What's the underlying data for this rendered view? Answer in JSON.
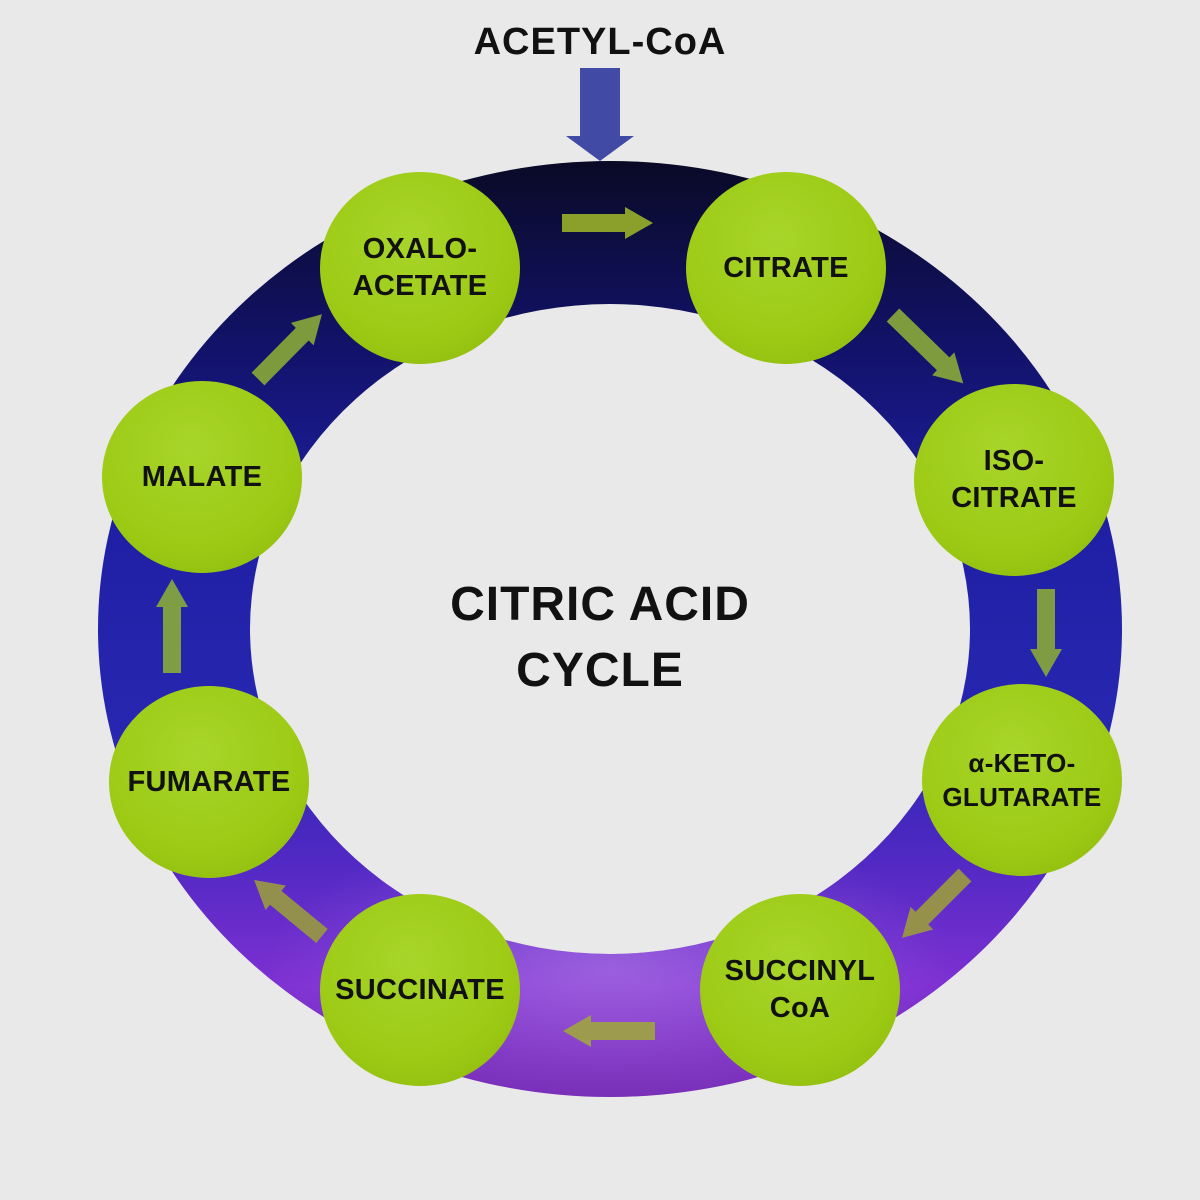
{
  "background_color": "#e9e9e9",
  "input": {
    "label": "ACETYL-CoA",
    "arrow_color": "#414ba6"
  },
  "center_title": {
    "lines": [
      "CITRIC ACID",
      "CYCLE"
    ]
  },
  "cycle": {
    "direction": "clockwise",
    "nodes": [
      {
        "id": "oxaloacetate",
        "lines": [
          "OXALO-",
          "ACETATE"
        ]
      },
      {
        "id": "citrate",
        "lines": [
          "CITRATE"
        ]
      },
      {
        "id": "isocitrate",
        "lines": [
          "ISO-",
          "CITRATE"
        ]
      },
      {
        "id": "alpha-ketoglutarate",
        "lines": [
          "α-KETO-",
          "GLUTARATE"
        ]
      },
      {
        "id": "succinyl-coa",
        "lines": [
          "SUCCINYL",
          "CoA"
        ]
      },
      {
        "id": "succinate",
        "lines": [
          "SUCCINATE"
        ]
      },
      {
        "id": "fumarate",
        "lines": [
          "FUMARATE"
        ]
      },
      {
        "id": "malate",
        "lines": [
          "MALATE"
        ]
      }
    ],
    "edges": [
      {
        "from": "oxaloacetate",
        "to": "citrate",
        "color": "#8aa02a"
      },
      {
        "from": "citrate",
        "to": "isocitrate",
        "color": "#7e9b3e"
      },
      {
        "from": "isocitrate",
        "to": "alpha-ketoglutarate",
        "color": "#7f9b44"
      },
      {
        "from": "alpha-ketoglutarate",
        "to": "succinyl-coa",
        "color": "#95904a"
      },
      {
        "from": "succinyl-coa",
        "to": "succinate",
        "color": "#9d9b4d"
      },
      {
        "from": "succinate",
        "to": "fumarate",
        "color": "#92904c"
      },
      {
        "from": "fumarate",
        "to": "malate",
        "color": "#7f9d44"
      },
      {
        "from": "malate",
        "to": "oxaloacetate",
        "color": "#7d9a3c"
      }
    ]
  },
  "colors": {
    "node_fill": "#9cca14",
    "node_text": "#111111",
    "ring_top": "#0a0a26",
    "ring_upper": "#12126a",
    "ring_mid1": "#2020a6",
    "ring_mid2": "#2626b0",
    "ring_lower": "#5229c4",
    "ring_bottom_bright": "#7e30d2",
    "ring_bottom": "#7428b4",
    "sheen": "#c9a0f0"
  }
}
